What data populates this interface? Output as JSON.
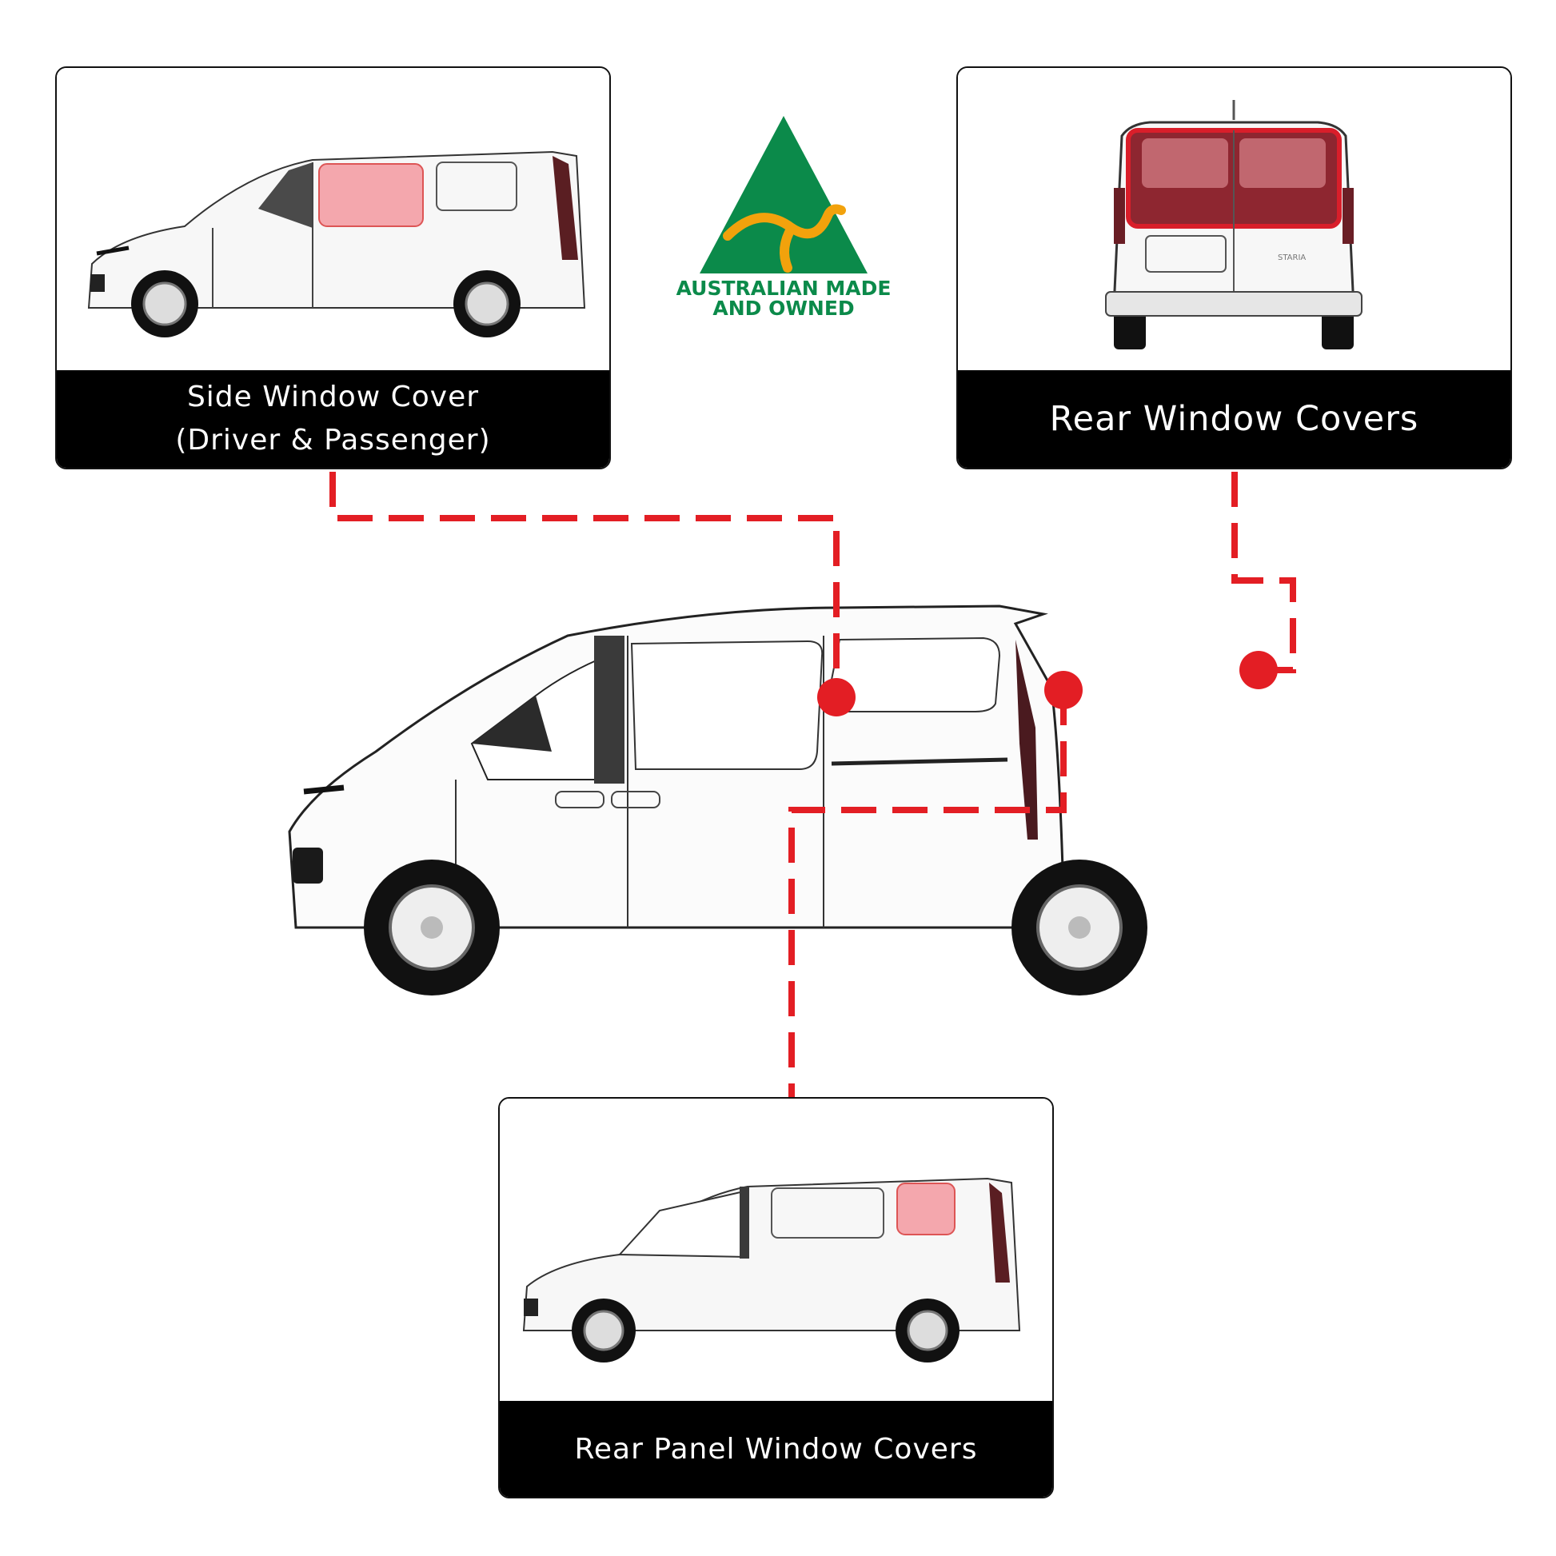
{
  "cards": {
    "side": {
      "line1": "Side Window Cover",
      "line2": "(Driver & Passenger)"
    },
    "rear": {
      "title": "Rear Window Covers"
    },
    "panel": {
      "title": "Rear Panel Window Covers"
    }
  },
  "logo": {
    "line1": "AUSTRALIAN MADE",
    "line2": "AND OWNED",
    "colors": {
      "green": "#0b8a4a",
      "gold": "#f2a20c"
    }
  },
  "vehicle": {
    "badge": "STARIA"
  },
  "colors": {
    "accent_red": "#e31e24",
    "cover_pink": "#f4a7ad",
    "caption_bg": "#000000"
  }
}
